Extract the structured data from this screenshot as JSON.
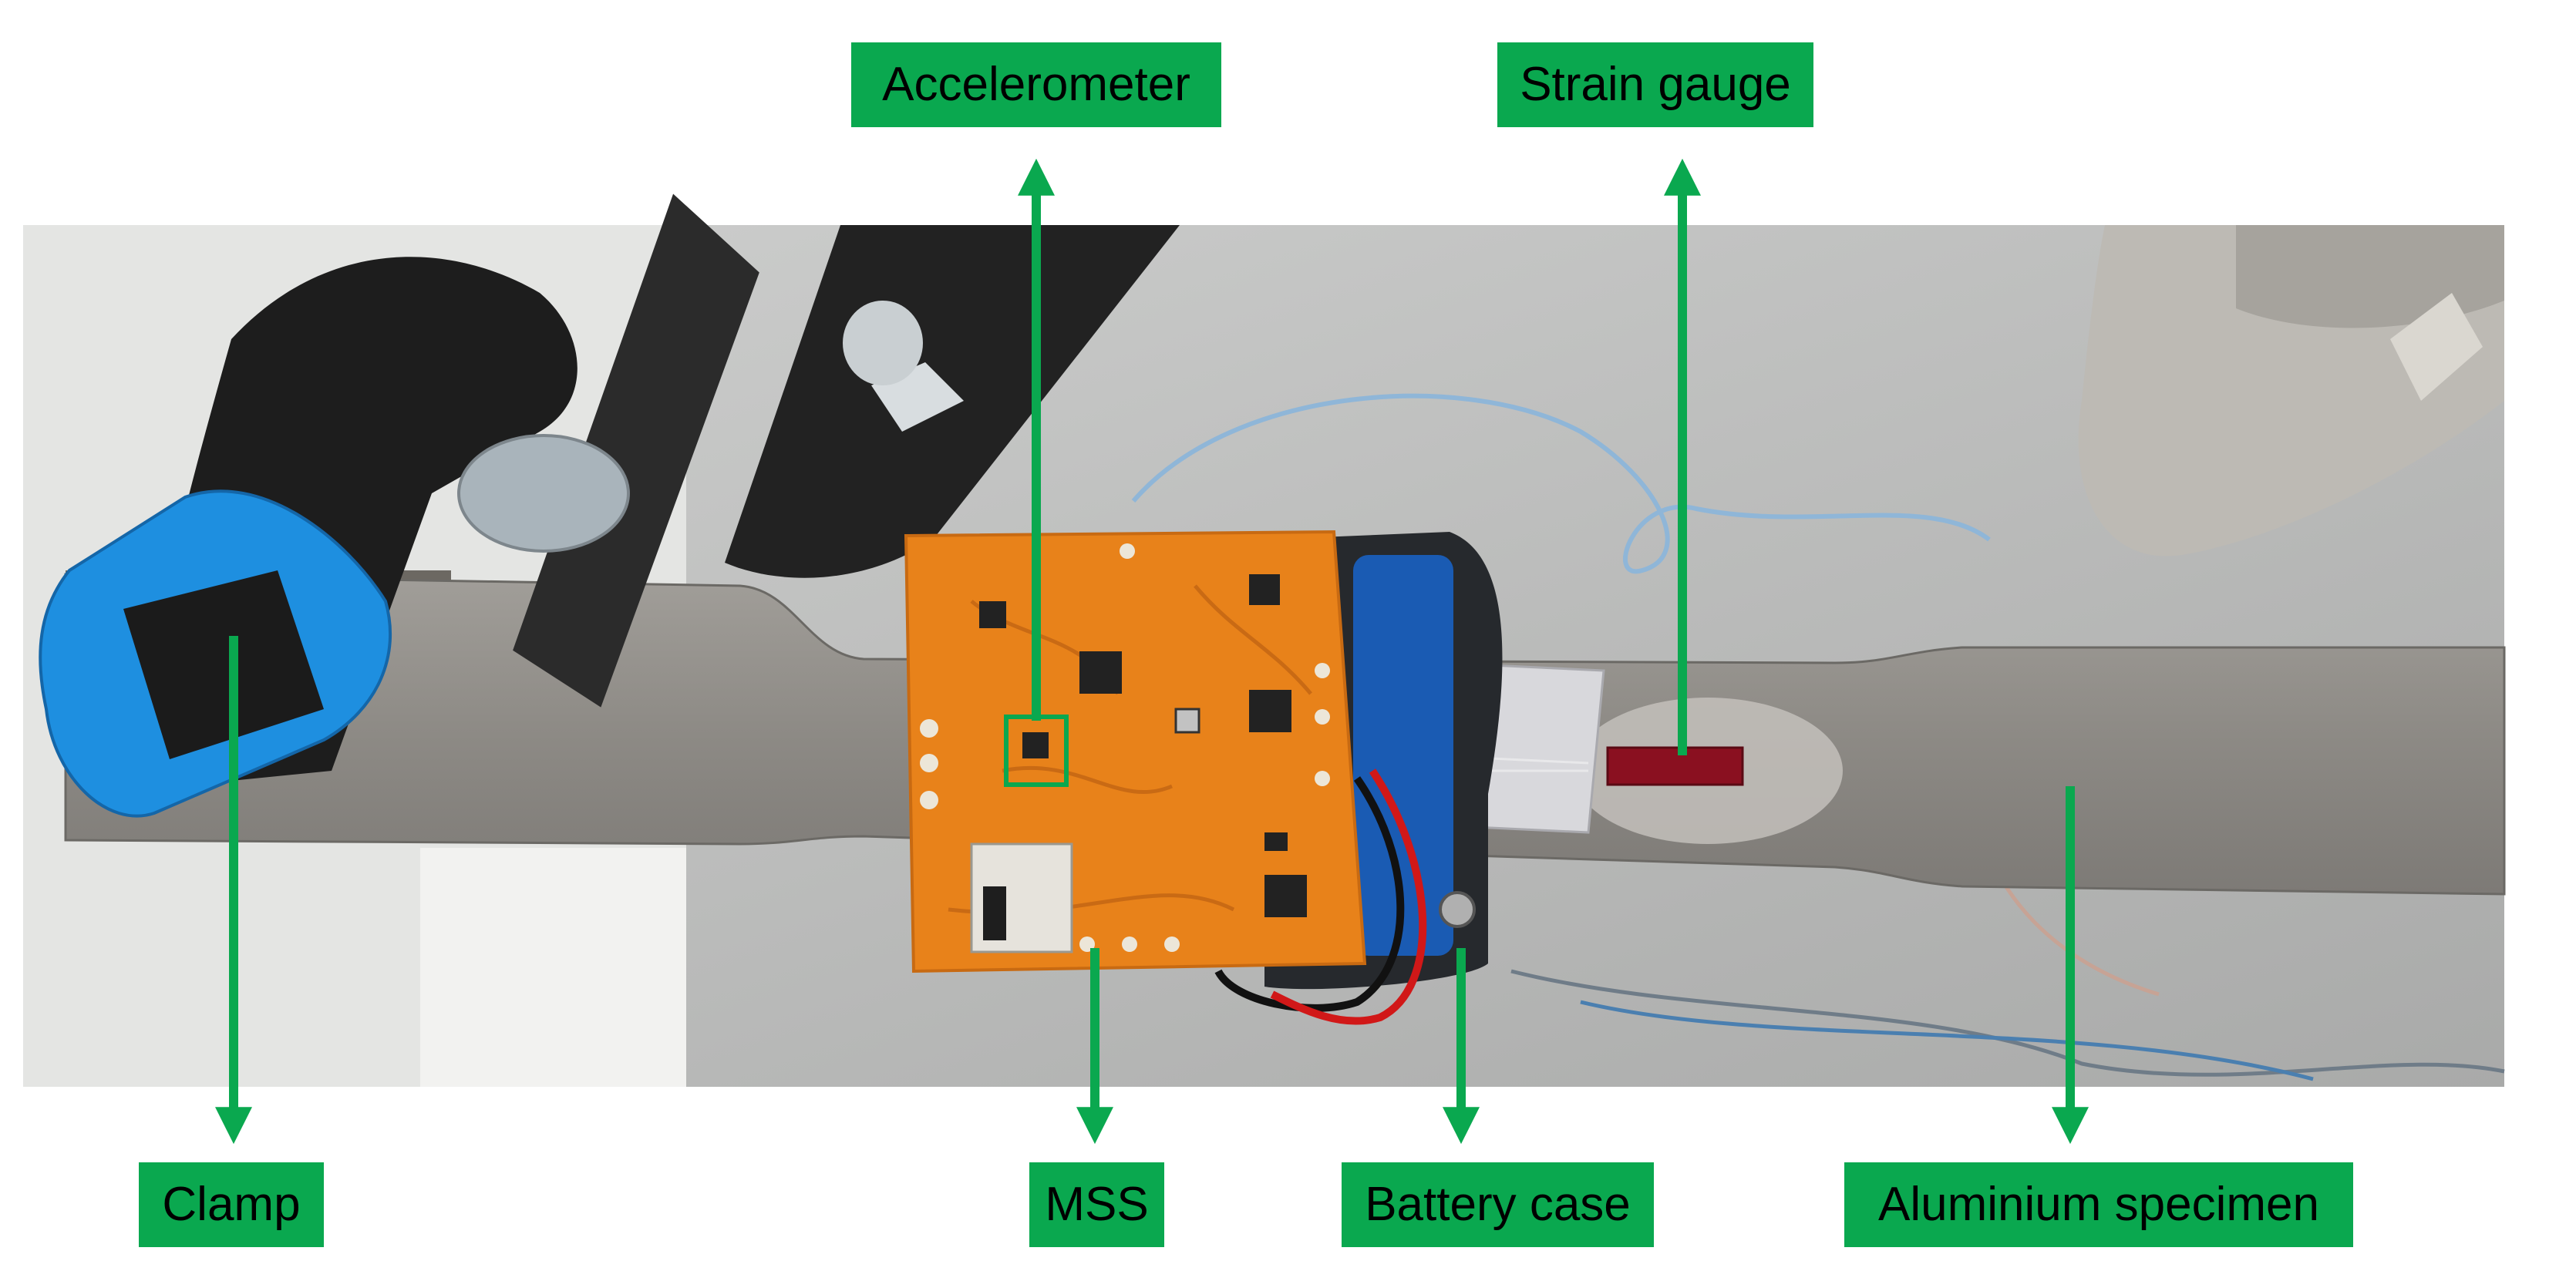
{
  "labels": {
    "accelerometer": "Accelerometer",
    "strain_gauge": "Strain gauge",
    "clamp": "Clamp",
    "mss": "MSS",
    "battery_case": "Battery case",
    "aluminium_specimen": "Aluminium specimen"
  },
  "colors": {
    "label_bg": "#0aa84f",
    "arrow": "#0aa84f",
    "pcb": "#e8821a",
    "clamp_blue": "#1e8fe0",
    "gauge_red": "#8a1020"
  }
}
